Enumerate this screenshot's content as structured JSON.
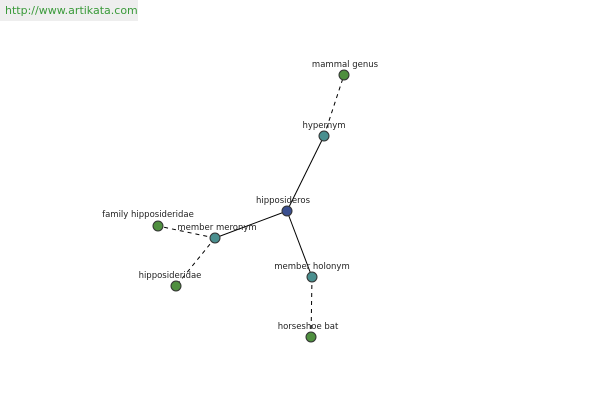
{
  "site_url": "http://www.artikata.com",
  "colors": {
    "root": "#3a4f8f",
    "relation": "#4a8f8f",
    "leaf": "#4f8f3f",
    "url_text": "#3a9a3a"
  },
  "graph": {
    "nodes": [
      {
        "id": "hipposideros",
        "label": "hipposideros",
        "kind": "root"
      },
      {
        "id": "hypernym",
        "label": "hypernym",
        "kind": "relation"
      },
      {
        "id": "mammal-genus",
        "label": "mammal genus",
        "kind": "leaf"
      },
      {
        "id": "member-meronym",
        "label": "member meronym",
        "kind": "relation"
      },
      {
        "id": "family-hipposideridae",
        "label": "family hipposideridae",
        "kind": "leaf"
      },
      {
        "id": "hipposideridae",
        "label": "hipposideridae",
        "kind": "leaf"
      },
      {
        "id": "member-holonym",
        "label": "member holonym",
        "kind": "relation"
      },
      {
        "id": "horseshoe-bat",
        "label": "horseshoe bat",
        "kind": "leaf"
      }
    ],
    "edges": [
      {
        "from": "hipposideros",
        "to": "hypernym",
        "style": "solid"
      },
      {
        "from": "hypernym",
        "to": "mammal-genus",
        "style": "dashed"
      },
      {
        "from": "hipposideros",
        "to": "member-meronym",
        "style": "solid"
      },
      {
        "from": "member-meronym",
        "to": "family-hipposideridae",
        "style": "dashed"
      },
      {
        "from": "member-meronym",
        "to": "hipposideridae",
        "style": "dashed"
      },
      {
        "from": "hipposideros",
        "to": "member-holonym",
        "style": "solid"
      },
      {
        "from": "member-holonym",
        "to": "horseshoe-bat",
        "style": "dashed"
      }
    ]
  }
}
